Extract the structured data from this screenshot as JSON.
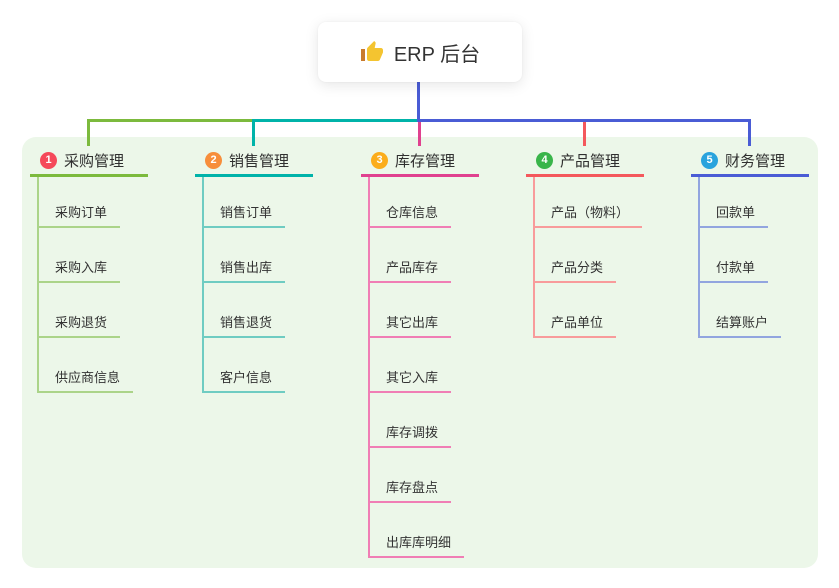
{
  "root": {
    "title": "ERP 后台",
    "icon": "thumbs-up-icon",
    "trunk_color": "#4A5CD5"
  },
  "panel": {
    "background": "#ECF7E9"
  },
  "text_color": "#333333",
  "branches": [
    {
      "badge": "1",
      "badge_color": "#F5495A",
      "label": "采购管理",
      "line_color": "#7CBA3D",
      "item_line_color": "#ABD489",
      "items": [
        "采购订单",
        "采购入库",
        "采购退货",
        "供应商信息"
      ]
    },
    {
      "badge": "2",
      "badge_color": "#F78E3B",
      "label": "销售管理",
      "line_color": "#00B3A9",
      "item_line_color": "#6FCCC2",
      "items": [
        "销售订单",
        "销售出库",
        "销售退货",
        "客户信息"
      ]
    },
    {
      "badge": "3",
      "badge_color": "#FBAD1B",
      "label": "库存管理",
      "line_color": "#E0418F",
      "item_line_color": "#F07EB5",
      "items": [
        "仓库信息",
        "产品库存",
        "其它出库",
        "其它入库",
        "库存调拨",
        "库存盘点",
        "出库库明细"
      ]
    },
    {
      "badge": "4",
      "badge_color": "#39B54A",
      "label": "产品管理",
      "line_color": "#F4585C",
      "item_line_color": "#F89B9B",
      "items": [
        "产品（物料）",
        "产品分类",
        "产品单位"
      ]
    },
    {
      "badge": "5",
      "badge_color": "#29A3DD",
      "label": "财务管理",
      "line_color": "#4A5CD5",
      "item_line_color": "#92A5DF",
      "items": [
        "回款单",
        "付款单",
        "结算账户"
      ]
    }
  ]
}
